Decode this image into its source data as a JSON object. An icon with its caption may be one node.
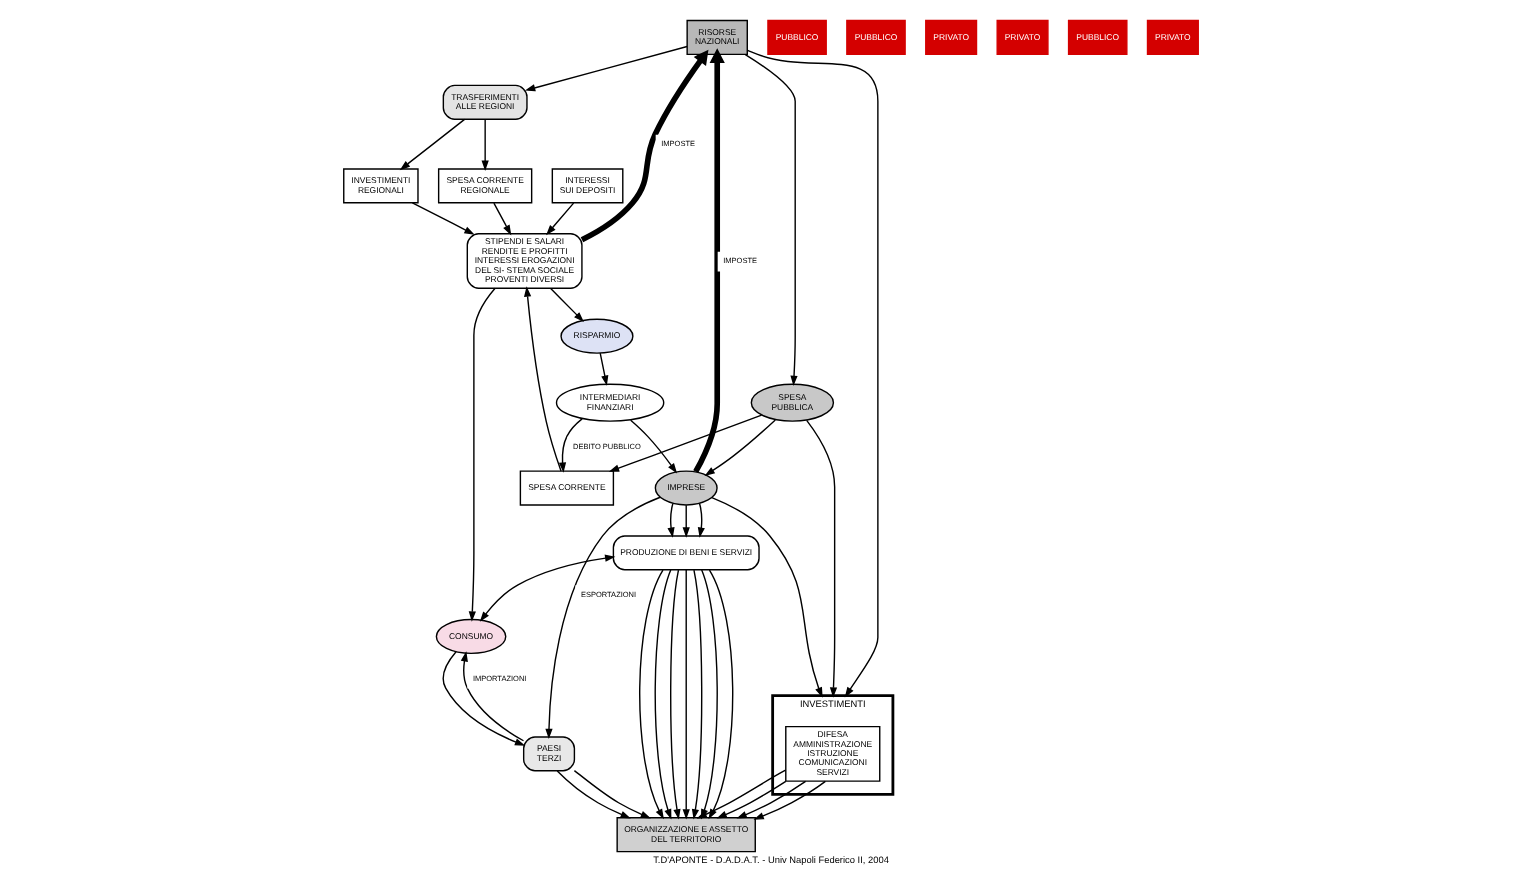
{
  "diagram": {
    "caption": "T.D'APONTE - D.A.D.A.T. - Univ Napoli Federico II, 2004",
    "nodes": [
      {
        "text": [
          "RISORSE NAZIONALI"
        ]
      },
      {
        "text": [
          "TRASFERIMENTI ALLE REGIONI"
        ]
      },
      {
        "text": [
          "SPESA CORRENTE REGIONALE"
        ]
      },
      {
        "text": [
          "INVESTIMENTI REGIONALI"
        ]
      },
      {
        "text": [
          "STIPENDI E SALARI RENDITE E PROFITTI INTERESSI EROGAZIONI DEL SI- STEMA SOCIALE PROVENTI DIVERSI"
        ]
      },
      {
        "text": [
          "SPESA CORRENTE"
        ]
      },
      {
        "text": [
          "SPESA PUBBLICA"
        ]
      },
      {
        "text": [
          "INTERESSI SUI DEPOSITI"
        ]
      },
      {
        "text": [
          "INTERMEDIARI FINANZIARI"
        ]
      },
      {
        "text": [
          "RISPARMIO"
        ]
      },
      {
        "text": [
          "CONSUMO"
        ]
      },
      {
        "text": [
          "IMPRESE"
        ]
      },
      {
        "text": [
          "PRODUZIONE DI BENI E SERVIZI"
        ]
      },
      {
        "text": [
          "PAESI TERZI"
        ]
      },
      {
        "text": [
          "INVESTIMENTI"
        ]
      },
      {
        "text": [
          "DIFESA AMMINISTRAZIONE ISTRUZIONE COMUNICAZIONI SERVIZI"
        ],
        "in": 14
      },
      {
        "text": [
          "ORGANIZZAZIONE E ASSETTO DEL TERRITORIO"
        ]
      }
    ],
    "edges": [
      {
        "from": 0,
        "to": 1,
        "arrow": "to"
      },
      {
        "from": 1,
        "to": 2,
        "arrow": "to"
      },
      {
        "from": 1,
        "to": 3,
        "arrow": "to"
      },
      {
        "from": 4,
        "to": 0,
        "arrow": "to",
        "label": "IMPOSTE",
        "style": "thick"
      },
      {
        "from": 11,
        "to": 0,
        "arrow": "to",
        "label": "IMPOSTE",
        "style": "thick"
      },
      {
        "from": 0,
        "to": 6,
        "arrow": "to"
      },
      {
        "from": 6,
        "to": 5,
        "arrow": "to"
      },
      {
        "from": 8,
        "to": 5,
        "arrow": "to",
        "label": "DEBITO PUBBLICO"
      },
      {
        "from": 2,
        "to": 4,
        "arrow": "to"
      },
      {
        "from": 3,
        "to": 4,
        "arrow": "to"
      },
      {
        "from": 5,
        "to": 4,
        "arrow": "to"
      },
      {
        "from": 7,
        "to": 4,
        "arrow": "to"
      },
      {
        "from": 4,
        "to": 9,
        "arrow": "to"
      },
      {
        "from": 4,
        "to": 10,
        "arrow": "to"
      },
      {
        "from": 9,
        "to": 8,
        "arrow": "to"
      },
      {
        "from": 8,
        "to": 11,
        "arrow": "to"
      },
      {
        "from": 6,
        "to": 11,
        "arrow": "to"
      },
      {
        "from": 0,
        "to": 14,
        "arrow": "to"
      },
      {
        "from": 6,
        "to": 14,
        "arrow": "to"
      },
      {
        "from": 11,
        "to": 14,
        "arrow": "to"
      },
      {
        "from": 12,
        "to": 10,
        "arrow": "both"
      },
      {
        "from": 10,
        "to": 13,
        "arrow": "to"
      },
      {
        "from": 11,
        "to": 13,
        "arrow": "to",
        "label": "ESPORTAZIONI"
      },
      {
        "from": 13,
        "to": 10,
        "arrow": "to",
        "label": "IMPORTAZIONI"
      },
      {
        "from": 11,
        "to": 12,
        "arrow": "to"
      },
      {
        "from": 11,
        "to": 12,
        "arrow": "to"
      },
      {
        "from": 11,
        "to": 12,
        "arrow": "to"
      },
      {
        "from": 12,
        "to": 16,
        "arrow": "to"
      },
      {
        "from": 12,
        "to": 16,
        "arrow": "to"
      },
      {
        "from": 12,
        "to": 16,
        "arrow": "to"
      },
      {
        "from": 12,
        "to": 16,
        "arrow": "to"
      },
      {
        "from": 12,
        "to": 16,
        "arrow": "to"
      },
      {
        "from": 12,
        "to": 16,
        "arrow": "to"
      },
      {
        "from": 12,
        "to": 16,
        "arrow": "to"
      },
      {
        "from": 15,
        "to": 16,
        "arrow": "to"
      },
      {
        "from": 15,
        "to": 16,
        "arrow": "to"
      },
      {
        "from": 15,
        "to": 16,
        "arrow": "to"
      },
      {
        "from": 15,
        "to": 16,
        "arrow": "to"
      },
      {
        "from": 13,
        "to": 16,
        "arrow": "to"
      },
      {
        "from": 13,
        "to": 16,
        "arrow": "to"
      }
    ],
    "labels": [
      "PUBBLICO",
      "PUBBLICO",
      "PRIVATO",
      "PRIVATO",
      "PUBBLICO",
      "PRIVATO"
    ]
  }
}
